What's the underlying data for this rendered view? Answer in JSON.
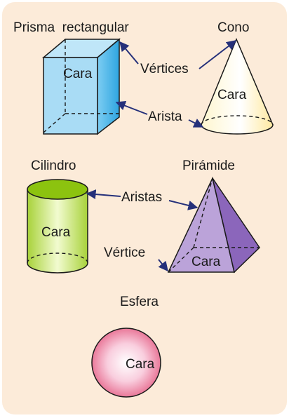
{
  "titles": {
    "prism": "Prisma  rectangular",
    "cone": "Cono",
    "cylinder": "Cilindro",
    "pyramid": "Pirámide",
    "sphere": "Esfera"
  },
  "labels": {
    "vertices": "Vértices",
    "arista": "Arista",
    "aristas": "Aristas",
    "vertice": "Vértice",
    "face": "Cara"
  },
  "colors": {
    "background": "#fcebd9",
    "prism": "#a9dcf5",
    "prism_side": "#3db0e8",
    "cone": "#fff1b8",
    "cylinder_top": "#8cc30f",
    "cylinder_body": "#c9e76a",
    "pyramid": "#b99fd6",
    "pyramid_side": "#8a64ba",
    "sphere": "#ef8fac",
    "arrow": "#25307a"
  }
}
